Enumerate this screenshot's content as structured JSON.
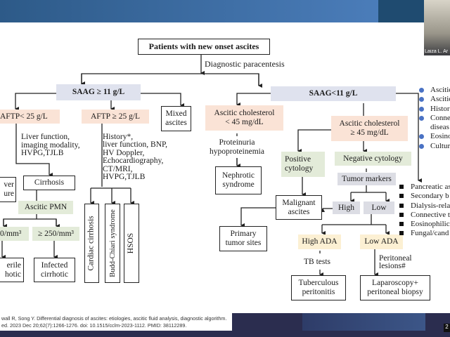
{
  "video_tile": {
    "participant_name": "Laiza L. Ar"
  },
  "diagram": {
    "root": "Patients with new onset ascites",
    "root_edge": "Diagnostic paracentesis",
    "saag_high": "SAAG ≥ 11 g/L",
    "saag_low": "SAAG<11 g/L",
    "aftp_low": "AFTP< 25 g/L",
    "aftp_high": "AFTP ≥ 25 g/L",
    "mixed": [
      "Mixed",
      "ascites"
    ],
    "aftp_low_tests": [
      "Liver function,",
      "imaging modality,",
      "HVPG,TJLB"
    ],
    "aftp_high_tests": [
      "History*,",
      "liver function, BNP,",
      "HV Doppler,",
      "Echocardiography,",
      "CT/MRI,",
      "HVPG,TJLB"
    ],
    "liver_failure": [
      "ver",
      "ure"
    ],
    "cirrhosis": "Cirrhosis",
    "ascitic_pmn": "Ascitic PMN",
    "pmn_low": "0/mm³",
    "pmn_high": "≥ 250/mm³",
    "sterile": [
      "erile",
      "hotic"
    ],
    "infected": [
      "Infected",
      "cirrhotic"
    ],
    "cardiac": "Cardiac cirrhosis",
    "budd": "Budd-Chiari syndrome",
    "hsos": "HSOS",
    "chol_low": [
      "Ascitic cholesterol",
      "< 45 mg/dL"
    ],
    "proteinuria": [
      "Proteinuria",
      "hypoproteinemia"
    ],
    "nephrotic": [
      "Nephrotic",
      "syndrome"
    ],
    "chol_high": [
      "Ascitic cholesterol",
      "≥ 45 mg/dL"
    ],
    "pos_cyto": [
      "Positive",
      "cytology"
    ],
    "neg_cyto": "Negative cytology",
    "tumor_markers": "Tumor markers",
    "high": "High",
    "low": "Low",
    "malignant": [
      "Malignant",
      "ascites"
    ],
    "primary": [
      "Primary",
      "tumor sites"
    ],
    "high_ada": "High ADA",
    "low_ada": "Low ADA",
    "tb_tests": "TB tests",
    "peritoneal_lesions": [
      "Peritoneal",
      "lesions#"
    ],
    "tuberculous": [
      "Tuberculous",
      "peritonitis"
    ],
    "laparoscopy": [
      "Laparoscopy+",
      "peritoneal biopsy"
    ],
    "ascitic_analyses": [
      "Ascitic",
      "Ascitic",
      "Histor",
      "Conne\ndiseas",
      "Eosino",
      "Cultur"
    ],
    "other_causes": [
      "Pancreatic as",
      "Secondary b",
      "Dialysis-rela",
      "Connective t",
      "Eosinophilic",
      "Fungal/cand"
    ],
    "colors": {
      "saag": "#dfe2ee",
      "peach": "#fae3d6",
      "green": "#e3ebd9",
      "gray": "#dcdde4",
      "yellow": "#fcf0d3",
      "bullet": "#4a72c4"
    }
  },
  "citation": [
    "wall R, Song Y. Differential diagnosis of ascites: etiologies, ascitic fluid analysis, diagnostic algorithm.",
    "ed. 2023 Dec 20;62(7):1266-1276. doi: 10.1515/cclm-2023-1112. PMID: 38112289."
  ],
  "page_number": "2"
}
